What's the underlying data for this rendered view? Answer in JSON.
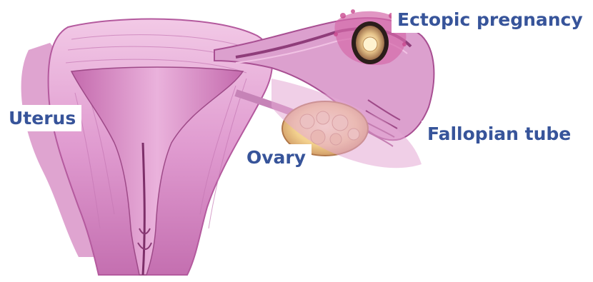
{
  "diagram": {
    "labels": {
      "uterus": "Uterus",
      "ovary": "Ovary",
      "fallopian_tube": "Fallopian tube",
      "ectopic_pregnancy": "Ectopic pregnancy"
    },
    "colors": {
      "tissue_base": "#d98cc6",
      "tissue_light": "#f2c9e6",
      "tissue_dark": "#a94f92",
      "ovary": "#f1d08c",
      "label_text": "#37549a"
    }
  }
}
